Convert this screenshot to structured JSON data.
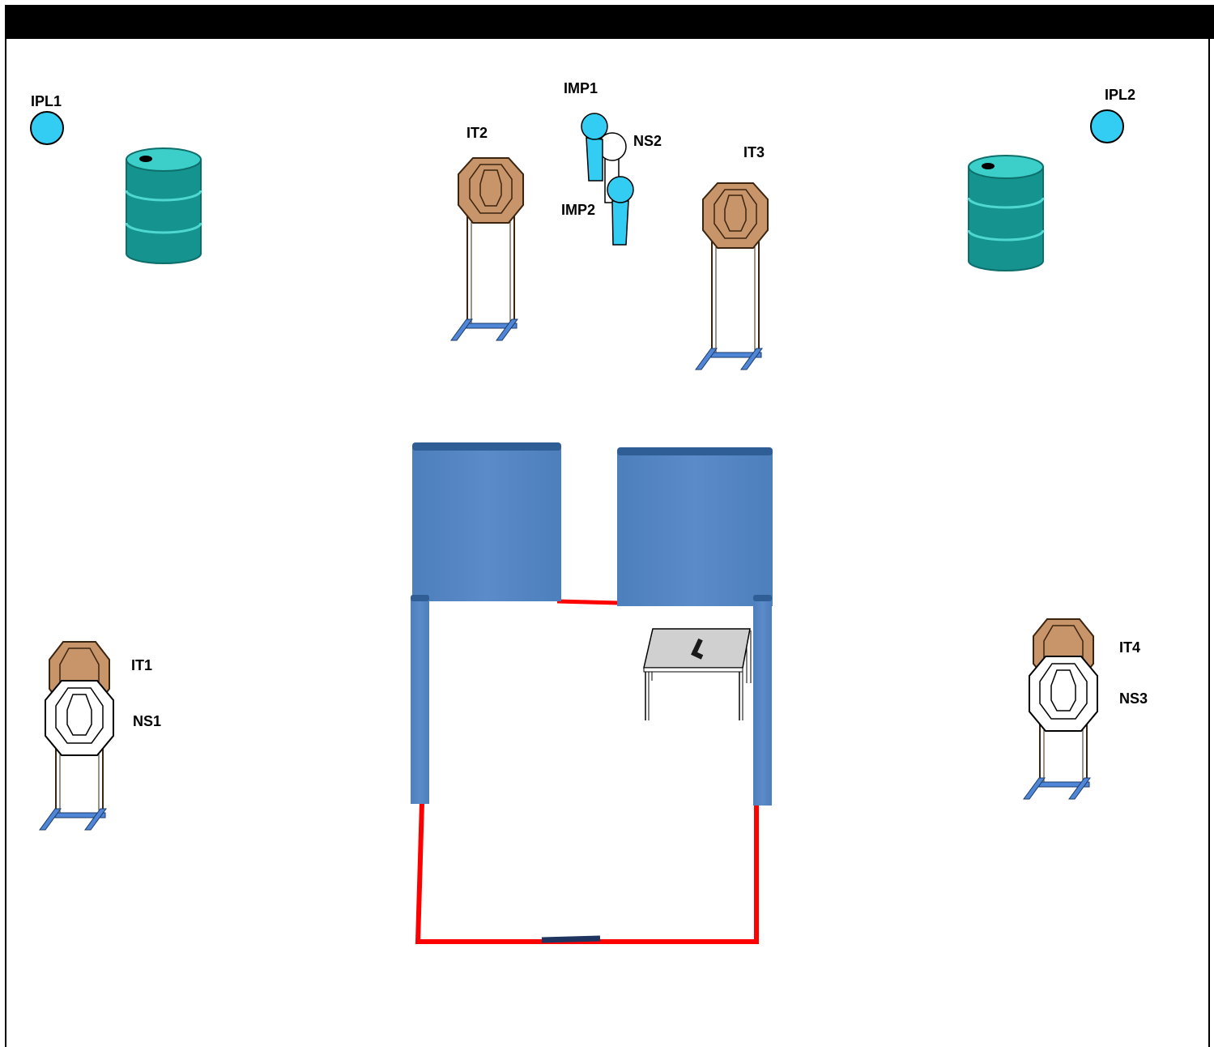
{
  "labels": {
    "ipl1": "IPL1",
    "ipl2": "IPL2",
    "it1": "IT1",
    "it2": "IT2",
    "it3": "IT3",
    "it4": "IT4",
    "ns1": "NS1",
    "ns2": "NS2",
    "ns3": "NS3",
    "imp1": "IMP1",
    "imp2": "IMP2"
  },
  "colors": {
    "header_bar": "#000000",
    "popper_blue": "#33ccf2",
    "barrel_teal": "#14938f",
    "steel_target": "#c8956a",
    "wall_blue": "#5a8ac6",
    "fault_line_red": "#ff0000",
    "start_marker_navy": "#1f3560",
    "table_gray": "#d0d0d0",
    "stand_blue": "#4f86d8"
  },
  "icons": {
    "header": "header-bar",
    "plate": "steel-plate-icon",
    "barrel": "barrel-icon",
    "ipsc_target": "ipsc-steel-target-icon",
    "no_shoot": "no-shoot-target-icon",
    "popper": "popper-icon",
    "wall": "wall-icon",
    "table": "table-icon",
    "pistol": "pistol-icon"
  }
}
